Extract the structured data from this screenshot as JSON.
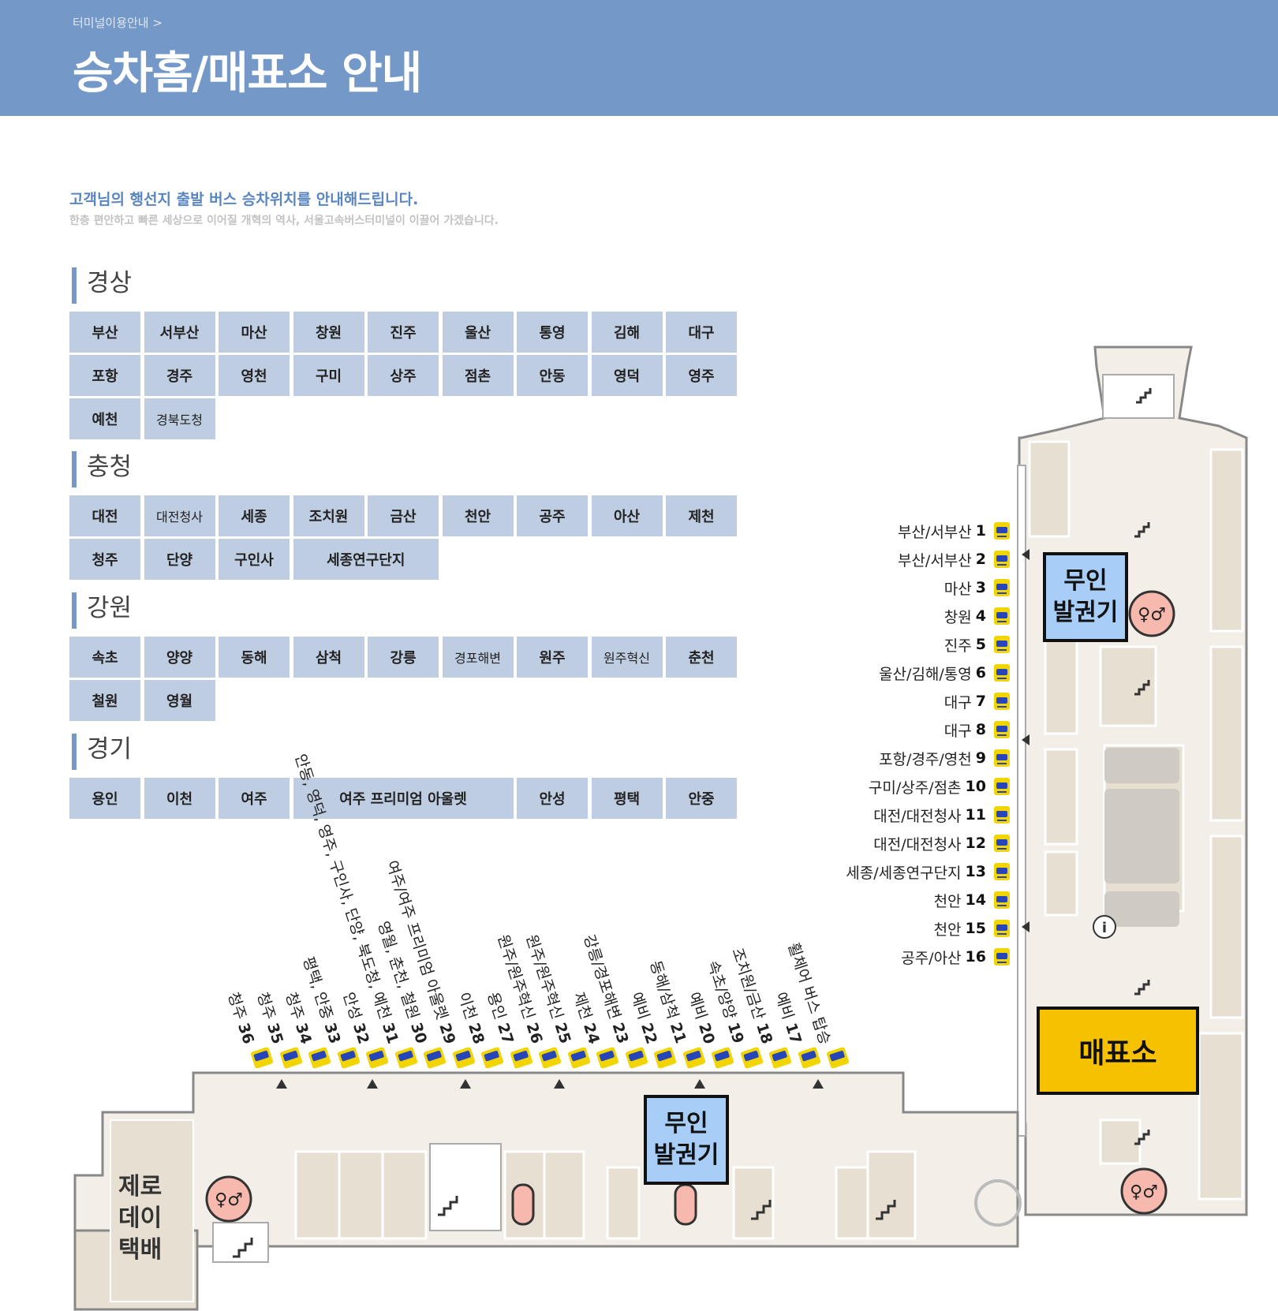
{
  "breadcrumb": "터미널이용안내 >",
  "title": "승차홈/매표소 안내",
  "intro": {
    "line1": "고객님의 행선지 출발 버스 승차위치를 안내해드립니다.",
    "line2": "한층 편안하고 빠른 세상으로 이어질 개혁의 역사, 서울고속버스터미널이 이끌어 가겠습니다."
  },
  "regions": [
    {
      "name": "경상",
      "rows": [
        [
          "부산",
          "서부산",
          "마산",
          "창원",
          "진주",
          "울산",
          "통영",
          "김해",
          "대구"
        ],
        [
          "포항",
          "경주",
          "영천",
          "구미",
          "상주",
          "점촌",
          "안동",
          "영덕",
          "영주"
        ],
        [
          "예천",
          "경북도청"
        ]
      ]
    },
    {
      "name": "충청",
      "rows": [
        [
          "대전",
          "대전청사",
          "세종",
          "조치원",
          "금산",
          "천안",
          "공주",
          "아산",
          "제천"
        ],
        [
          "청주",
          "단양",
          "구인사",
          "세종연구단지"
        ]
      ]
    },
    {
      "name": "강원",
      "rows": [
        [
          "속초",
          "양양",
          "동해",
          "삼척",
          "강릉",
          "경포해변",
          "원주",
          "원주혁신",
          "춘천"
        ],
        [
          "철원",
          "영월"
        ]
      ]
    },
    {
      "name": "경기",
      "rows": [
        [
          "용인",
          "이천",
          "여주",
          "여주 프리미엄 아울렛",
          "안성",
          "평택",
          "안중"
        ]
      ]
    }
  ],
  "right_gates": [
    {
      "label": "부산/서부산",
      "num": "1"
    },
    {
      "label": "부산/서부산",
      "num": "2"
    },
    {
      "label": "마산",
      "num": "3"
    },
    {
      "label": "창원",
      "num": "4"
    },
    {
      "label": "진주",
      "num": "5"
    },
    {
      "label": "울산/김해/통영",
      "num": "6"
    },
    {
      "label": "대구",
      "num": "7"
    },
    {
      "label": "대구",
      "num": "8"
    },
    {
      "label": "포항/경주/영천",
      "num": "9"
    },
    {
      "label": "구미/상주/점촌",
      "num": "10"
    },
    {
      "label": "대전/대전청사",
      "num": "11"
    },
    {
      "label": "대전/대전청사",
      "num": "12"
    },
    {
      "label": "세종/세종연구단지",
      "num": "13"
    },
    {
      "label": "천안",
      "num": "14"
    },
    {
      "label": "천안",
      "num": "15"
    },
    {
      "label": "공주/아산",
      "num": "16"
    }
  ],
  "bottom_gates": [
    {
      "label": "휠체어 버스 탑승",
      "num": ""
    },
    {
      "label": "예비",
      "num": "17"
    },
    {
      "label": "조치원/금산",
      "num": "18"
    },
    {
      "label": "속초/양양",
      "num": "19"
    },
    {
      "label": "예비",
      "num": "20"
    },
    {
      "label": "동해/삼척",
      "num": "21"
    },
    {
      "label": "예비",
      "num": "22"
    },
    {
      "label": "강릉/경포해변",
      "num": "23"
    },
    {
      "label": "제천",
      "num": "24"
    },
    {
      "label": "원주/원주혁신",
      "num": "25"
    },
    {
      "label": "원주/원주혁신",
      "num": "26"
    },
    {
      "label": "용인",
      "num": "27"
    },
    {
      "label": "이천",
      "num": "28"
    },
    {
      "label": "여주/여주 프리미엄 아울렛",
      "num": "29"
    },
    {
      "label": "영월, 춘천, 철원",
      "num": "30"
    },
    {
      "label": "안동, 영덕, 영주, 구인사, 단양, 북도청, 예천",
      "num": "31"
    },
    {
      "label": "안성",
      "num": "32"
    },
    {
      "label": "평택, 안중",
      "num": "33"
    },
    {
      "label": "청주",
      "num": "34"
    },
    {
      "label": "청주",
      "num": "35"
    },
    {
      "label": "청주",
      "num": "36"
    }
  ],
  "map": {
    "kiosk_label_1": "무인",
    "kiosk_label_2": "발권기",
    "ticket_office": "매표소",
    "zero_day_1": "제로",
    "zero_day_2": "데이",
    "zero_day_3": "택배"
  },
  "colors": {
    "header": "#7498c7",
    "cell": "#bfcde2",
    "kiosk": "#a8cdf6",
    "ticket": "#f6c200",
    "floor": "#ebe4d8"
  }
}
